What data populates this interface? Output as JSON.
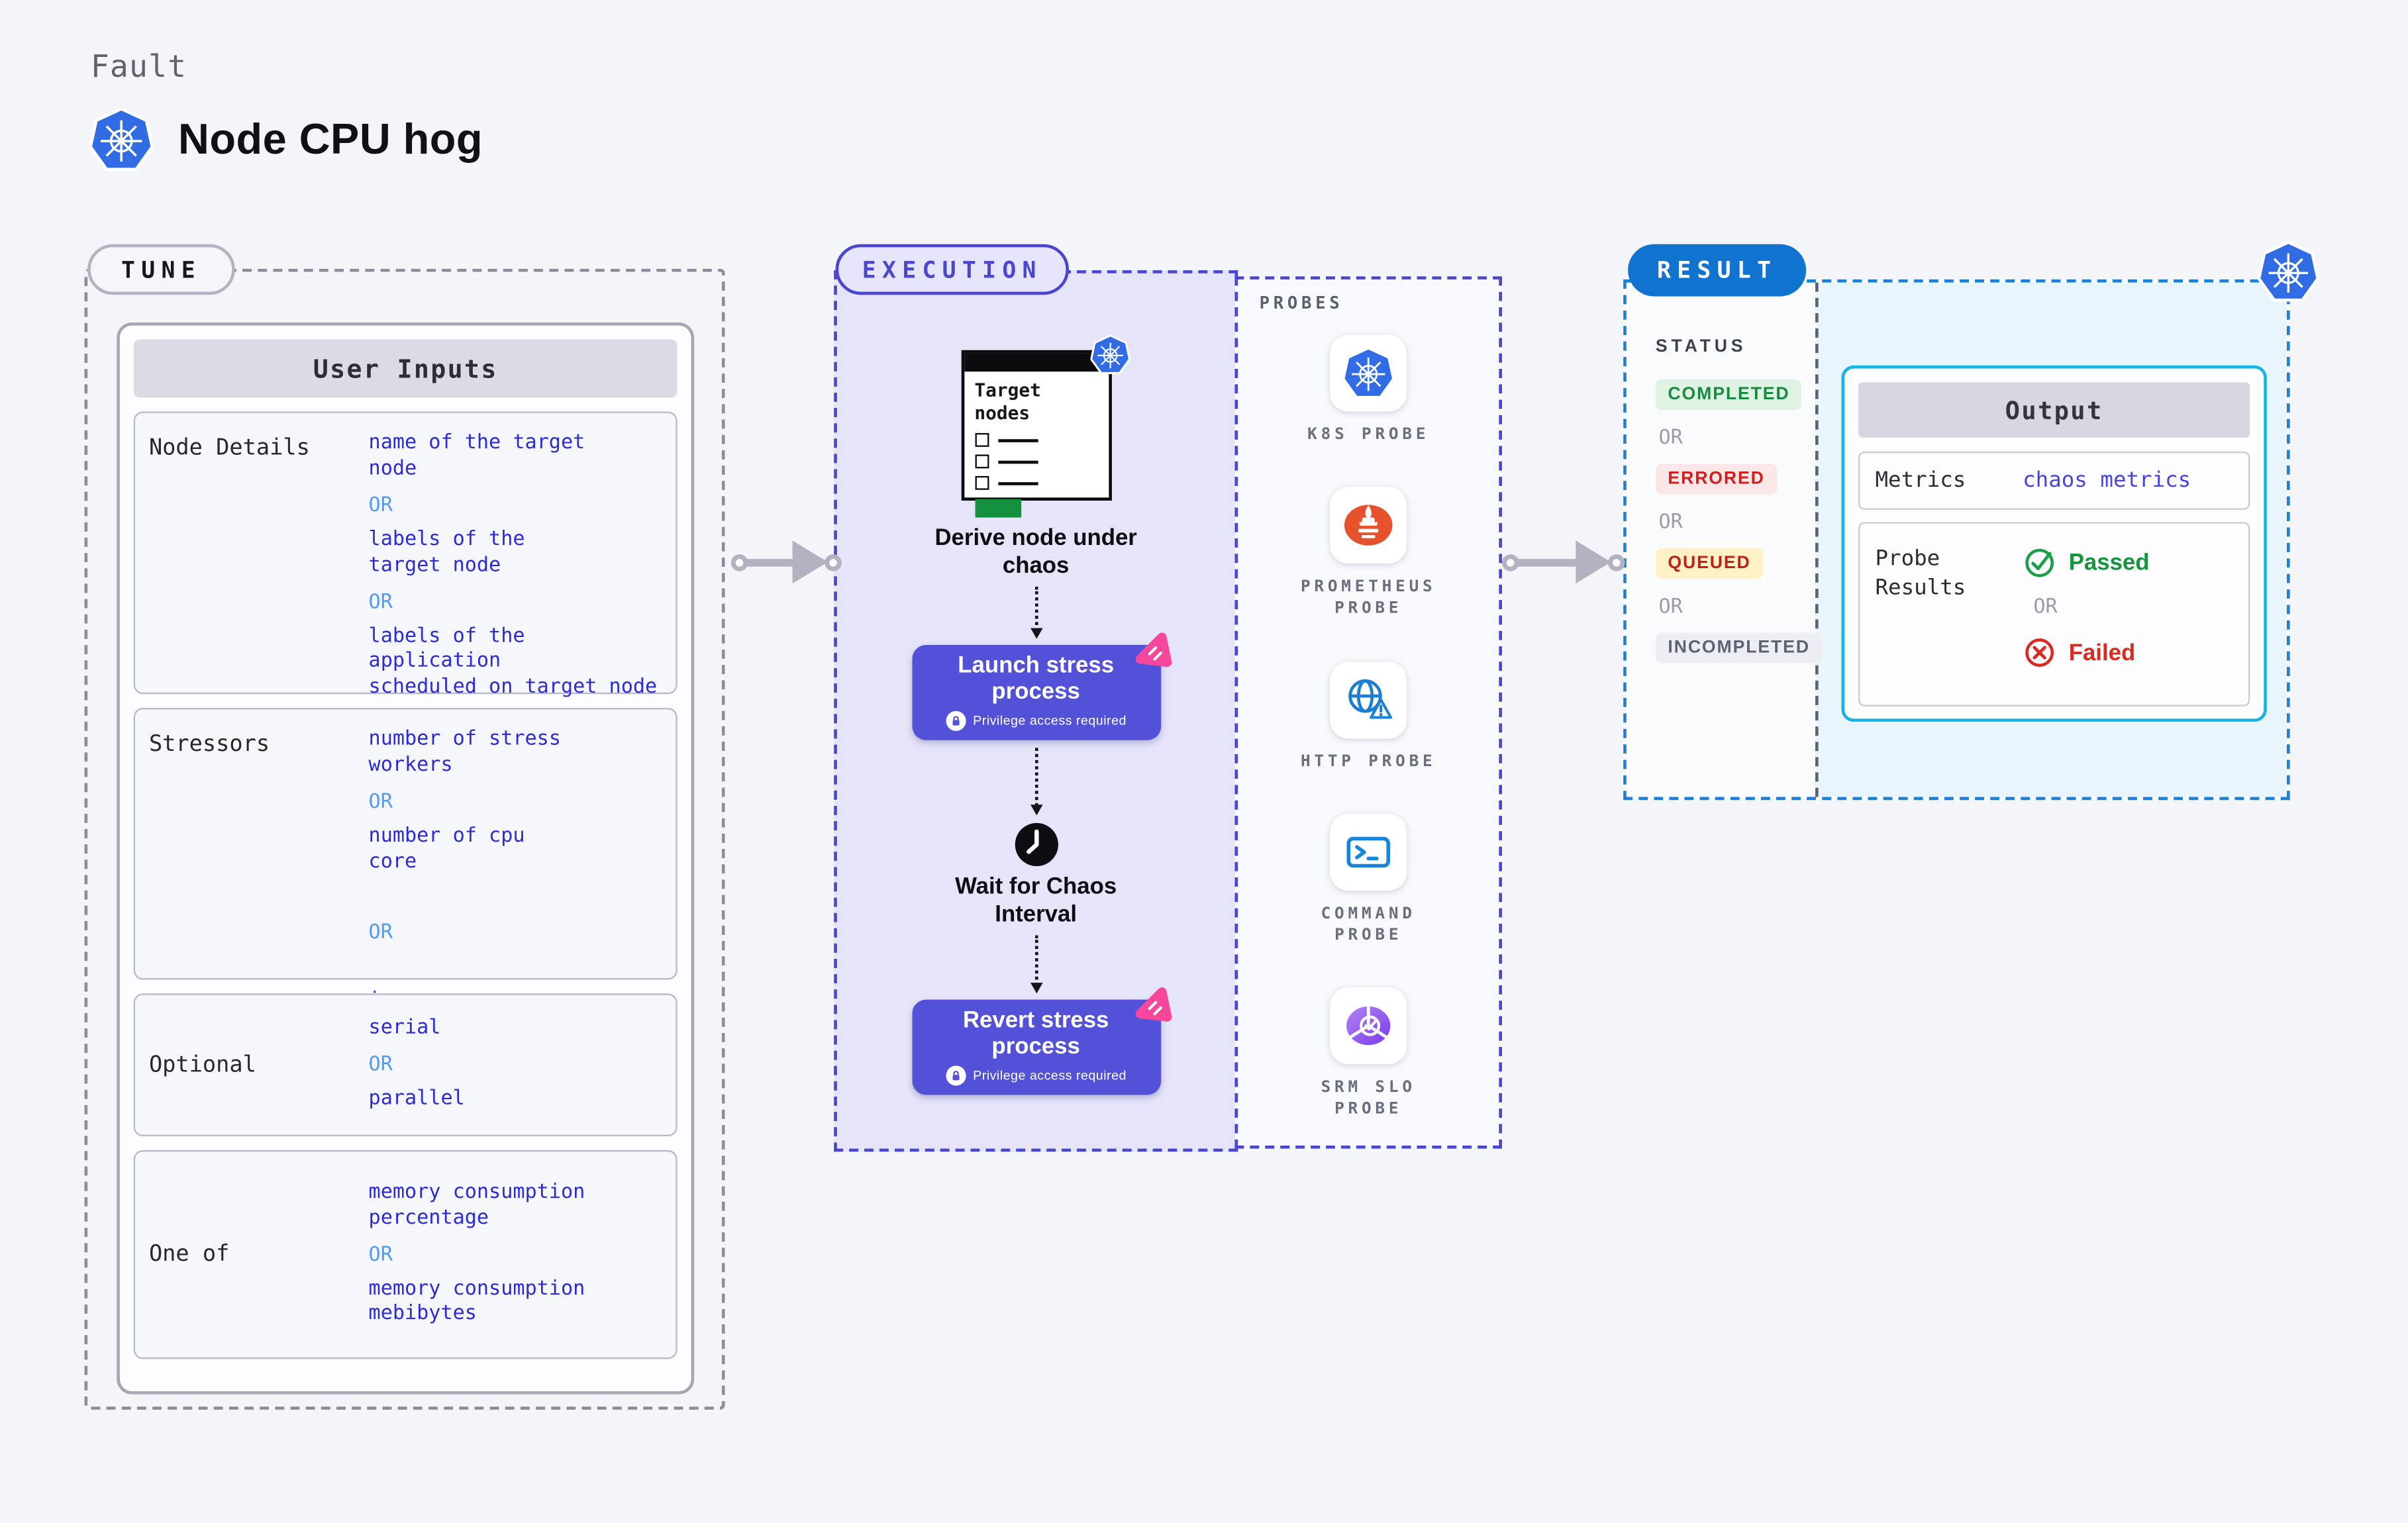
{
  "header": {
    "fault_label": "Fault",
    "title": "Node CPU hog"
  },
  "palette": {
    "page_bg": "#f4f5f8",
    "k8s_blue": "#326CE5",
    "indigo_button": "#5351d8",
    "execution_border": "#4a46cf",
    "execution_bg": "#e5e4f9",
    "result_blue": "#1173d0",
    "result_border": "#1b80d6",
    "output_border": "#16b3e8",
    "output_bg": "#e8f5fc",
    "value_blue": "#2b2bd8",
    "or_blue": "#519df5",
    "prometheus_orange": "#e6522c",
    "litmus_pink": "#f6479c",
    "passed_green": "#1d9e48",
    "failed_red": "#d92b21",
    "completed_green": "#1a8a3e",
    "errored_red": "#cf1f1f",
    "queued_yellow_bg": "#fdf2c7",
    "incompleted_gray": "#5d6374"
  },
  "tune": {
    "pill": "TUNE",
    "card_title": "User Inputs",
    "rows": [
      {
        "label": "Node Details",
        "items": [
          {
            "text": "name of the target\nnode"
          },
          {
            "text": "OR"
          },
          {
            "text": "labels of the\ntarget node"
          },
          {
            "text": "OR"
          },
          {
            "text": "labels of the application\n scheduled on target node"
          }
        ]
      },
      {
        "label": "Stressors",
        "items": [
          {
            "text": "number of stress\nworkers"
          },
          {
            "text": "OR"
          },
          {
            "text": "number of cpu\ncore"
          },
          {
            "text": "OR"
          },
          {
            "text": "io"
          }
        ]
      },
      {
        "label": "Optional",
        "items": [
          {
            "text": "serial"
          },
          {
            "text": "OR"
          },
          {
            "text": "parallel"
          }
        ]
      },
      {
        "label": "One of",
        "items": [
          {
            "text": "memory consumption\npercentage"
          },
          {
            "text": "OR"
          },
          {
            "text": "memory consumption\nmebibytes"
          }
        ]
      }
    ]
  },
  "execution": {
    "pill": "EXECUTION",
    "target_card_title": "Target nodes",
    "derive_caption": "Derive node under chaos",
    "launch_button": {
      "title": "Launch stress process",
      "note": "Privilege access required"
    },
    "wait_caption": "Wait for Chaos Interval",
    "revert_button": {
      "title": "Revert stress process",
      "note": "Privilege access required"
    }
  },
  "probes": {
    "title": "PROBES",
    "items": [
      {
        "icon": "kubernetes-icon",
        "label": "K8S PROBE"
      },
      {
        "icon": "prometheus-icon",
        "label": "PROMETHEUS\nPROBE"
      },
      {
        "icon": "http-globe-icon",
        "label": "HTTP PROBE"
      },
      {
        "icon": "command-terminal-icon",
        "label": "COMMAND\nPROBE"
      },
      {
        "icon": "srm-slo-icon",
        "label": "SRM SLO\nPROBE"
      }
    ]
  },
  "result": {
    "pill": "RESULT",
    "status_title": "STATUS",
    "statuses": [
      {
        "label": "COMPLETED",
        "variant": "green"
      },
      {
        "label": "OR",
        "variant": "or"
      },
      {
        "label": "ERRORED",
        "variant": "red"
      },
      {
        "label": "OR",
        "variant": "or"
      },
      {
        "label": "QUEUED",
        "variant": "yellow"
      },
      {
        "label": "OR",
        "variant": "or"
      },
      {
        "label": "INCOMPLETED",
        "variant": "gray"
      }
    ],
    "output": {
      "title": "Output",
      "metrics_label": "Metrics",
      "metrics_value": "chaos metrics",
      "probe_results_label": "Probe\nResults",
      "passed": "Passed",
      "or": "OR",
      "failed": "Failed"
    }
  }
}
